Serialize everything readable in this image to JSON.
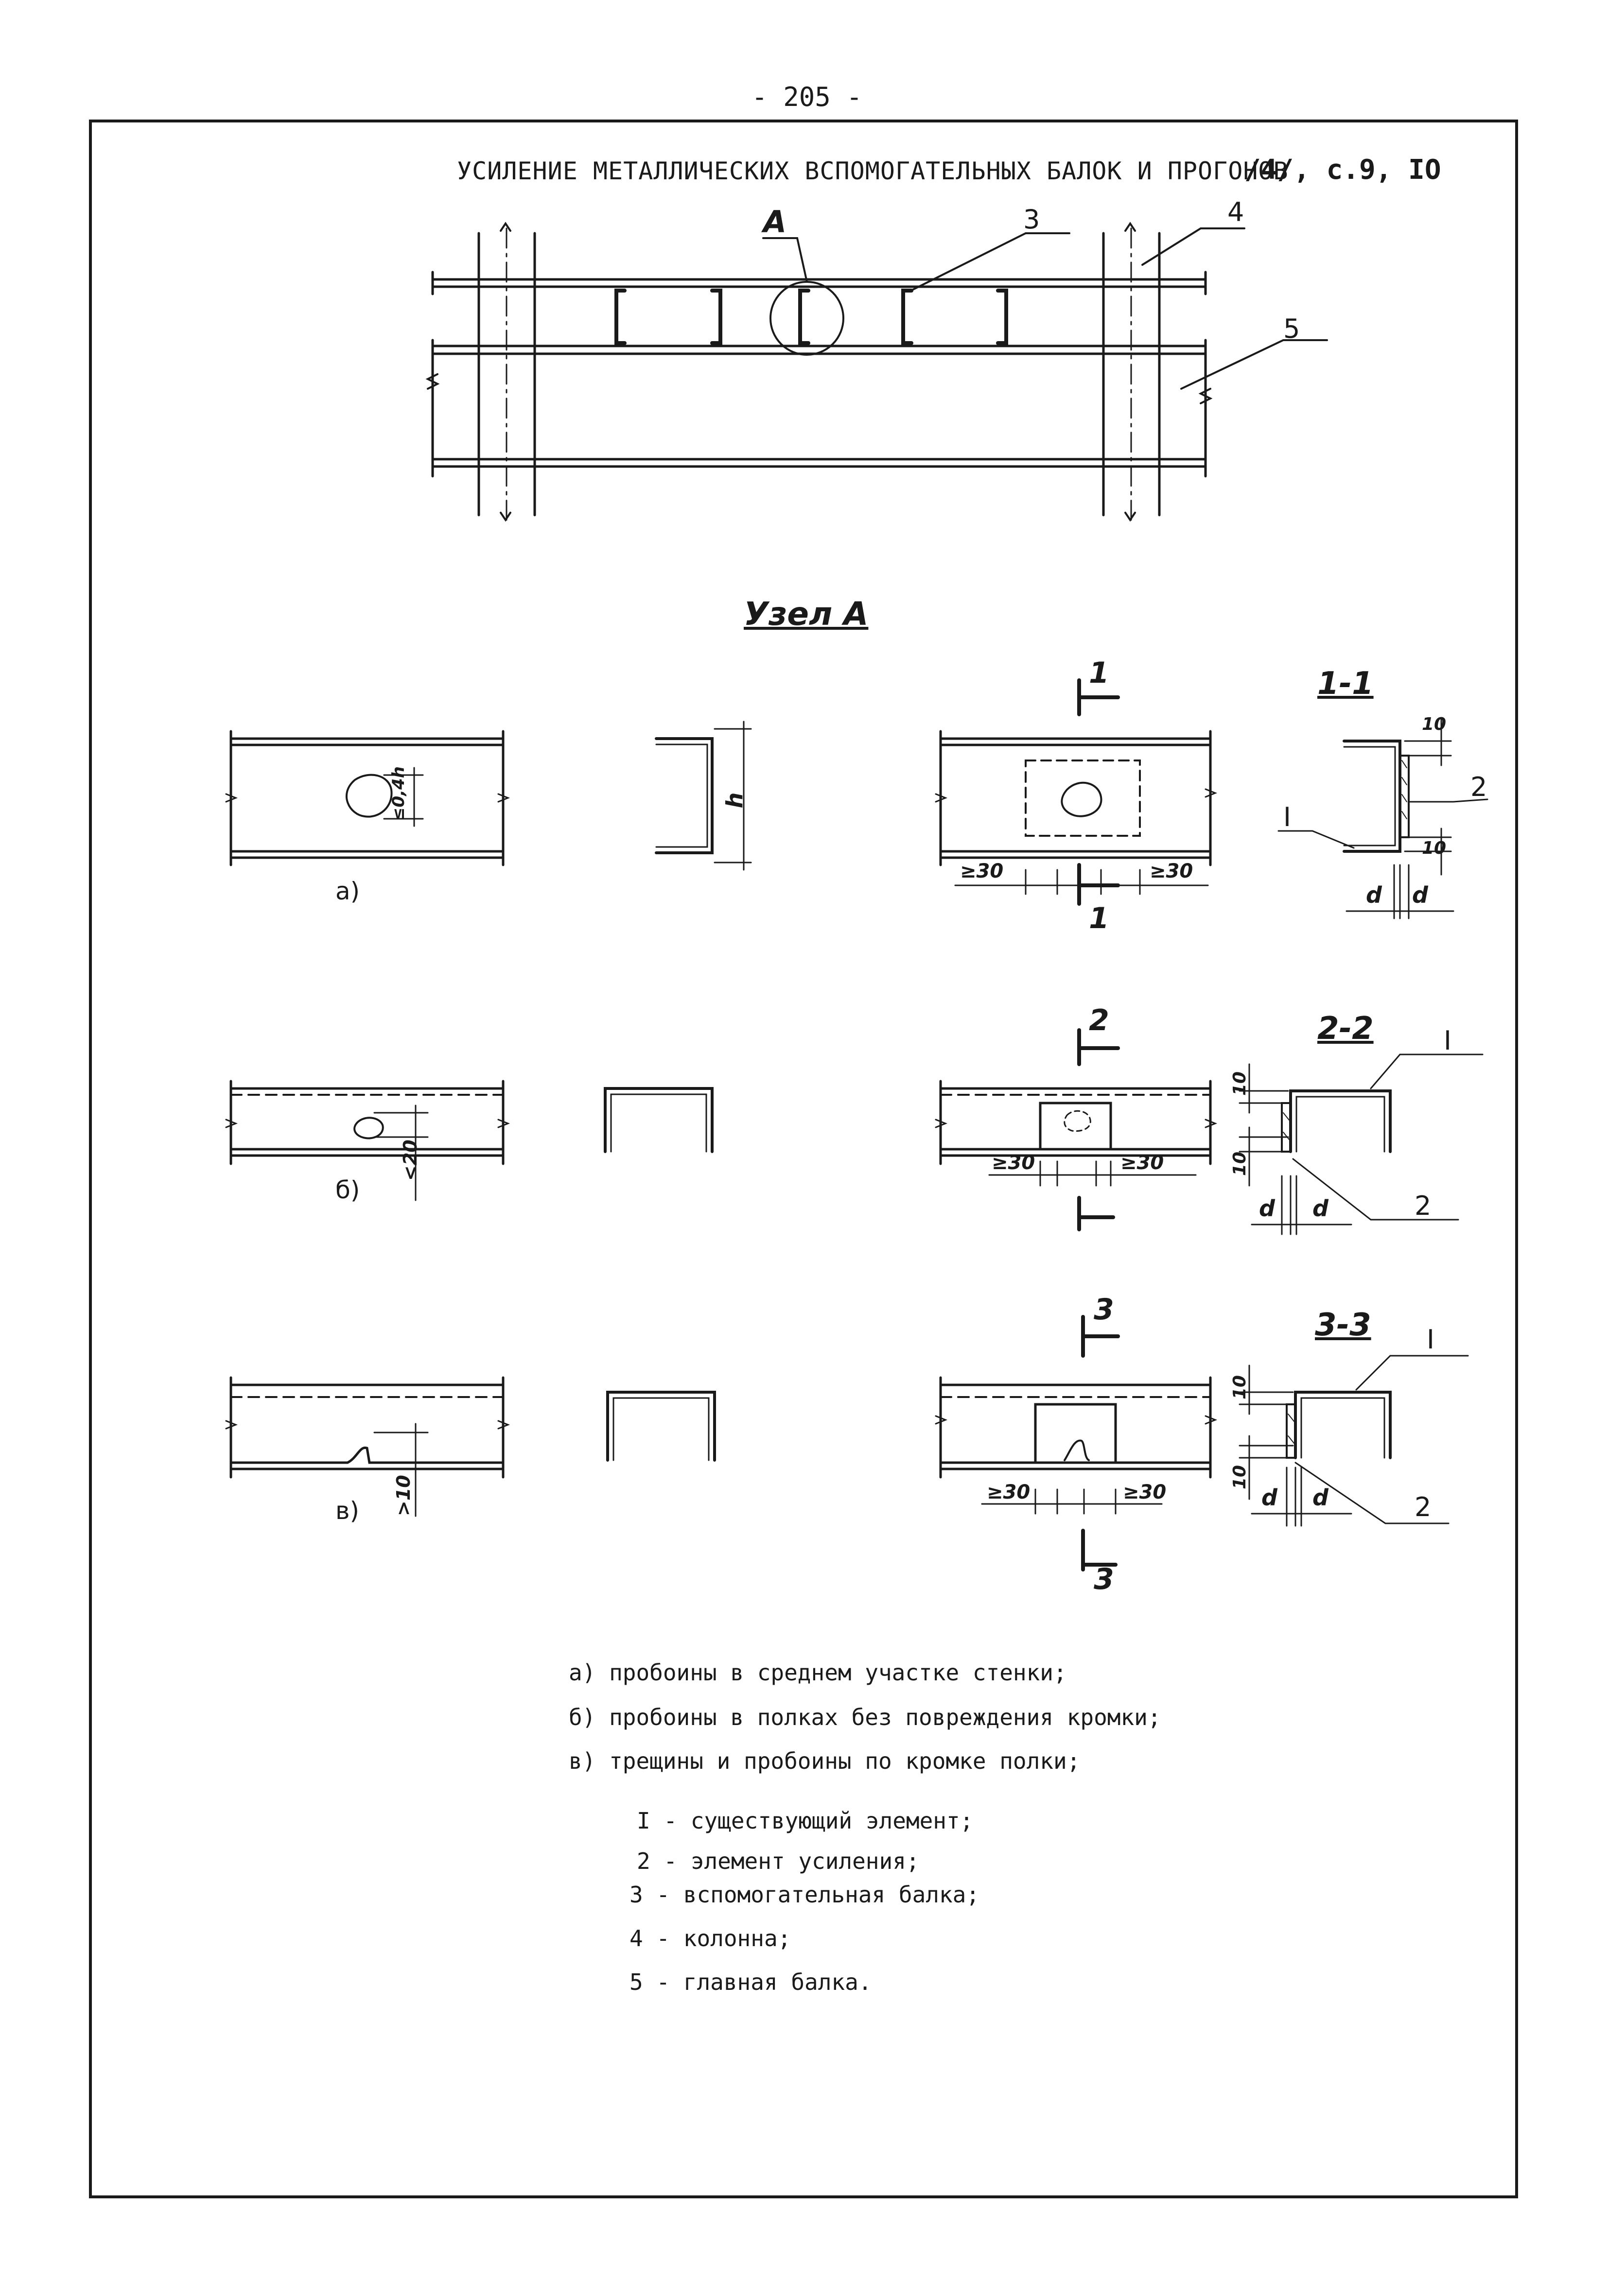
{
  "page_number": "- 205 -",
  "title": "УСИЛЕНИЕ МЕТАЛЛИЧЕСКИХ ВСПОМОГАТЕЛЬНЫХ БАЛОК И ПРОГОНОВ",
  "reference": "/4/, с.9, IO",
  "plan": {
    "callout_node": "А",
    "label_3": "3",
    "label_4": "4",
    "label_5": "5"
  },
  "node_title": "Узел А",
  "rows": [
    {
      "caption": "а)",
      "section_mark": "1",
      "section_title": "1-1",
      "dim_h": "h",
      "dim_hole": "≤0,4h",
      "dim_left": "≥30",
      "dim_right": "≥30",
      "dim_top": "10",
      "dim_bottom": "10",
      "dim_d1": "d",
      "dim_d2": "d",
      "label_I": "I",
      "label_2": "2"
    },
    {
      "caption": "б)",
      "section_mark": "2",
      "section_title": "2-2",
      "dim_hole": "<20",
      "dim_left": "≥30",
      "dim_right": "≥30",
      "dim_top": "10",
      "dim_bottom": "10",
      "dim_d1": "d",
      "dim_d2": "d",
      "label_I": "I",
      "label_2": "2"
    },
    {
      "caption": "в)",
      "section_mark": "3",
      "section_title": "3-3",
      "dim_hole": ">10",
      "dim_left": "≥30",
      "dim_right": "≥30",
      "dim_top": "10",
      "dim_bottom": "10",
      "dim_d1": "d",
      "dim_d2": "d",
      "label_I": "I",
      "label_2": "2"
    }
  ],
  "legend": {
    "a": "а) пробоины в среднем участке стенки;",
    "b": "б) пробоины в полках без повреждения кромки;",
    "c": "в) трещины и пробоины по кромке полки;",
    "i1": "I - существующий элемент;",
    "i2": "2 - элемент усиления;",
    "i3": "3 - вспомогательная балка;",
    "i4": "4 - колонна;",
    "i5": "5 - главная балка."
  }
}
